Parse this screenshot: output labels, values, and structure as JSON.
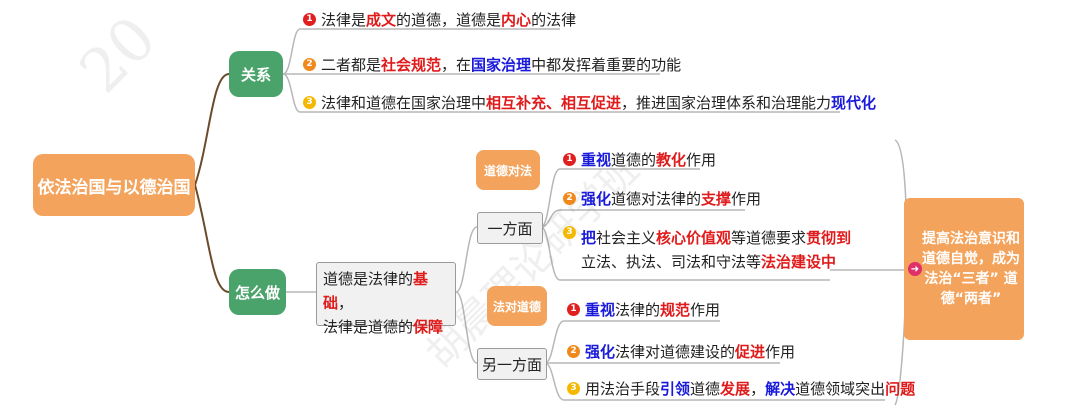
{
  "root": "依法治国与以德治国",
  "relation": {
    "label": "关系",
    "items": [
      {
        "num": "1",
        "parts": [
          [
            "n",
            "法律是"
          ],
          [
            "r",
            "成文"
          ],
          [
            "n",
            "的道德，道德是"
          ],
          [
            "r",
            "内心"
          ],
          [
            "n",
            "的法律"
          ]
        ]
      },
      {
        "num": "2",
        "parts": [
          [
            "n",
            "二者都是"
          ],
          [
            "r",
            "社会规范"
          ],
          [
            "n",
            "，在"
          ],
          [
            "b",
            "国家治理"
          ],
          [
            "n",
            "中都发挥着重要的功能"
          ]
        ]
      },
      {
        "num": "3",
        "parts": [
          [
            "n",
            "法律和道德在国家治理中"
          ],
          [
            "r",
            "相互补充、相互促进"
          ],
          [
            "n",
            "，推进国家治理体系和治理能力"
          ],
          [
            "b",
            "现代化"
          ]
        ]
      }
    ]
  },
  "how": {
    "label": "怎么做",
    "statement": {
      "line1": [
        [
          "n",
          "道德是法律的"
        ],
        [
          "r",
          "基础"
        ],
        [
          "n",
          "，"
        ]
      ],
      "line2": [
        [
          "n",
          "法律是道德的"
        ],
        [
          "r",
          "保障"
        ]
      ]
    },
    "side1": {
      "label": "一方面",
      "tag": "道德对法",
      "items": [
        {
          "num": "1",
          "parts": [
            [
              "b",
              "重视"
            ],
            [
              "n",
              "道德的"
            ],
            [
              "r",
              "教化"
            ],
            [
              "n",
              "作用"
            ]
          ]
        },
        {
          "num": "2",
          "parts": [
            [
              "b",
              "强化"
            ],
            [
              "n",
              "道德对法律的"
            ],
            [
              "r",
              "支撑"
            ],
            [
              "n",
              "作用"
            ]
          ]
        },
        {
          "num": "3",
          "line1": [
            [
              "b",
              "把"
            ],
            [
              "n",
              "社会主义"
            ],
            [
              "r",
              "核心价值观"
            ],
            [
              "n",
              "等道德要求"
            ],
            [
              "r",
              "贯彻到"
            ]
          ],
          "line2": [
            [
              "n",
              "立法、执法、司法和守法等"
            ],
            [
              "r",
              "法治建设中"
            ]
          ]
        }
      ]
    },
    "side2": {
      "label": "另一方面",
      "tag": "法对道德",
      "items": [
        {
          "num": "1",
          "parts": [
            [
              "b",
              "重视"
            ],
            [
              "n",
              "法律的"
            ],
            [
              "r",
              "规范"
            ],
            [
              "n",
              "作用"
            ]
          ]
        },
        {
          "num": "2",
          "parts": [
            [
              "b",
              "强化"
            ],
            [
              "n",
              "法律对道德建设的"
            ],
            [
              "r",
              "促进"
            ],
            [
              "n",
              "作用"
            ]
          ]
        },
        {
          "num": "3",
          "parts": [
            [
              "n",
              "用法治手段"
            ],
            [
              "b",
              "引领"
            ],
            [
              "n",
              "道德"
            ],
            [
              "r",
              "发展"
            ],
            [
              "n",
              "，"
            ],
            [
              "b",
              "解决"
            ],
            [
              "n",
              "道德领域突出"
            ],
            [
              "r",
              "问题"
            ]
          ]
        }
      ]
    }
  },
  "conclusion": "提高法治意识和道德自觉，成为法治“三者” 道德“两者”",
  "watermark": {
    "top": "20",
    "bottom": "胡晨理论研学班"
  },
  "colors": {
    "orange": "#f3a35c",
    "green": "#4aa36a",
    "red": "#e01b1b",
    "blue": "#1a1adb"
  }
}
